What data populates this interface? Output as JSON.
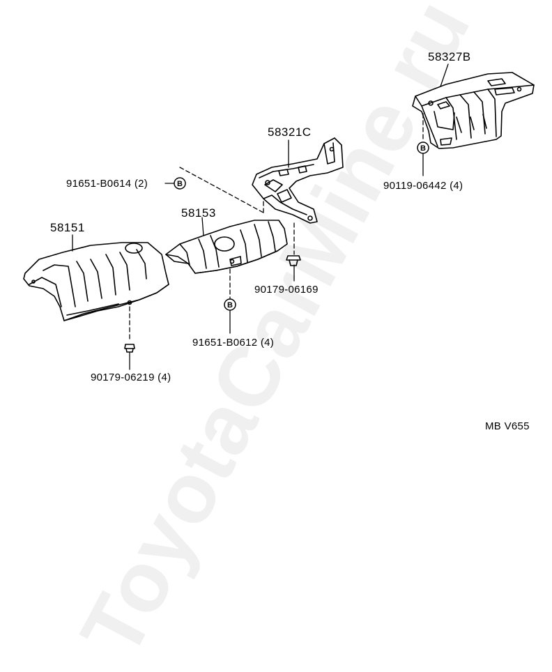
{
  "watermark": "ToyotaCarMine.ru",
  "parts": {
    "p58327B": "58327B",
    "p58321C": "58321C",
    "p58153": "58153",
    "p58151": "58151"
  },
  "fasteners": {
    "f91651_B0614": "91651-B0614 (2)",
    "f90119_06442": "90119-06442 (4)",
    "f90179_06169": "90179-06169",
    "f91651_B0612": "91651-B0612 (4)",
    "f90179_06219": "90179-06219 (4)"
  },
  "callout_symbol": "B",
  "diagram_code": "MB V655"
}
